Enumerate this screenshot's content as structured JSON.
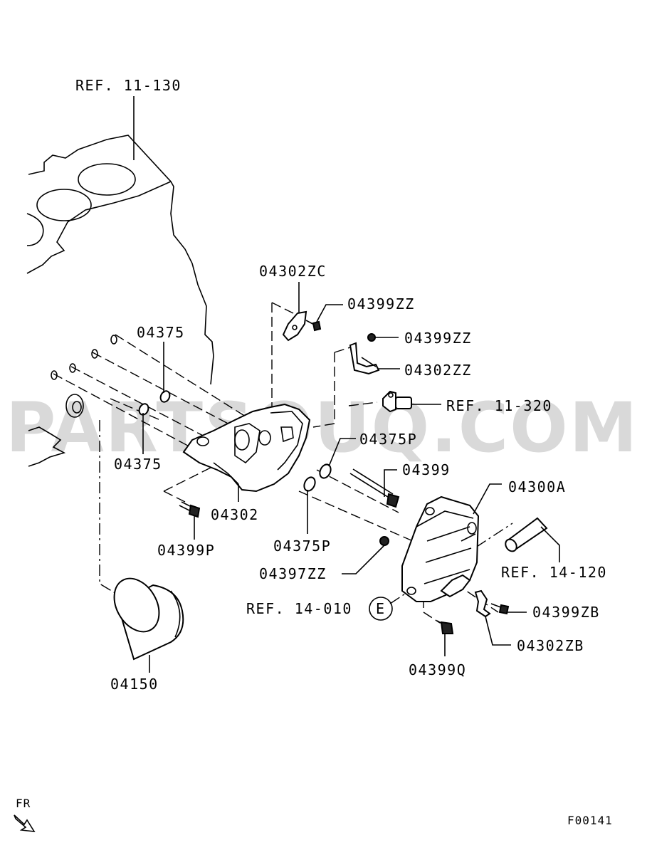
{
  "watermark": "PARTSOUQ.COM",
  "labels": {
    "ref_11_130": "REF. 11-130",
    "p04302ZC": "04302ZC",
    "p04399ZZ_a": "04399ZZ",
    "p04399ZZ_b": "04399ZZ",
    "p04302ZZ": "04302ZZ",
    "ref_11_320": "REF. 11-320",
    "p04375_a": "04375",
    "p04375_b": "04375",
    "p04375P_a": "04375P",
    "p04375P_b": "04375P",
    "p04399": "04399",
    "p04300A": "04300A",
    "p04302": "04302",
    "p04399P": "04399P",
    "p04397ZZ": "04397ZZ",
    "ref_14_120": "REF. 14-120",
    "ref_14_010": "REF. 14-010",
    "callout_e": "E",
    "p04399ZB": "04399ZB",
    "p04302ZB": "04302ZB",
    "p04399Q": "04399Q",
    "p04150": "04150",
    "fr": "FR",
    "figure_code": "F00141"
  }
}
